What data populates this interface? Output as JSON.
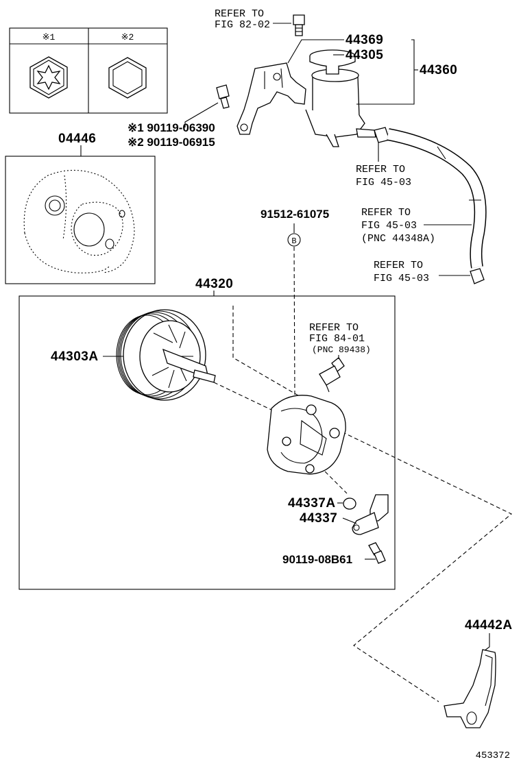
{
  "bolt_table": {
    "col1_label": "※1",
    "col2_label": "※2"
  },
  "labels": {
    "refer_fig_82_02": [
      "REFER TO",
      "FIG 82-02"
    ],
    "p44369": "44369",
    "p44305": "44305",
    "p44360": "44360",
    "bolt_1": "※1 90119-06390",
    "bolt_2": "※2 90119-06915",
    "p04446": "04446",
    "refer_fig_45_03_a": [
      "REFER TO",
      "FIG 45-03"
    ],
    "p91512": "91512-61075",
    "marker_b": "B",
    "refer_fig_45_03_b": [
      "REFER TO",
      "FIG 45-03",
      "(PNC 44348A)"
    ],
    "refer_fig_45_03_c": [
      "REFER TO",
      "FIG 45-03"
    ],
    "p44320": "44320",
    "refer_fig_84_01": [
      "REFER TO",
      "FIG 84-01",
      "(PNC 89438)"
    ],
    "p44303A": "44303A",
    "p44337A": "44337A",
    "p44337": "44337",
    "p90119_08B61": "90119-08B61",
    "p44442A": "44442A",
    "figure_number": "453372"
  }
}
